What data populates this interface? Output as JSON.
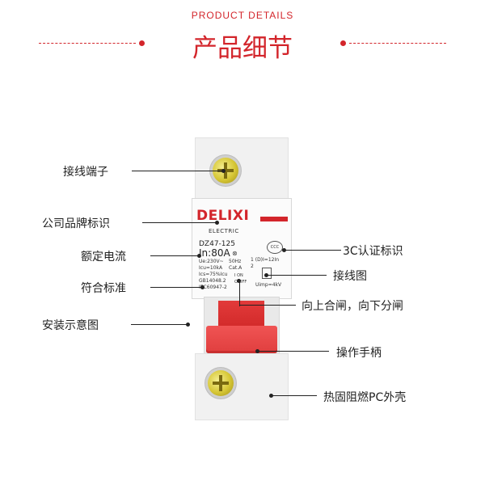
{
  "header": {
    "subtitle": "PRODUCT DETAILS",
    "title": "产品细节"
  },
  "product": {
    "brand": "DELIXI",
    "brand_sub": "ELECTRIC",
    "model": "DZ47-125",
    "rating": "In:80A",
    "specs_left": [
      "Ue:230V~",
      "Icu=10kA",
      "Ics=75%Icu",
      "GB14048.2",
      "IEC60947-2"
    ],
    "specs_right": [
      "50Hz",
      "Cat.A"
    ],
    "switch_on": "I ON",
    "switch_off": "O OFF",
    "wiring_text": "1 (D)I=12In",
    "wiring_num": "2",
    "uimp": "Uimp=4kV",
    "ccc": "CCC",
    "x_mark": "⊗"
  },
  "callouts": {
    "terminal": "接线端子",
    "brand_logo": "公司品牌标识",
    "rated_current": "额定电流",
    "standards": "符合标准",
    "installation": "安装示意图",
    "ccc_cert": "3C认证标识",
    "wiring_diagram": "接线图",
    "on_off": "向上合闸，向下分闸",
    "handle": "操作手柄",
    "housing": "热固阻燃PC外壳"
  },
  "colors": {
    "accent": "#d3252b",
    "handle": "#e03e3e"
  }
}
